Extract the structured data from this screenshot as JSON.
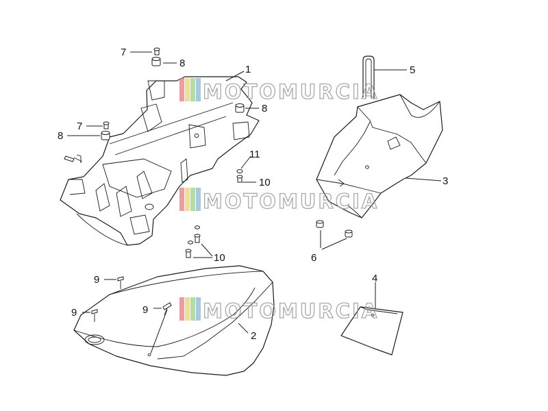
{
  "diagram": {
    "watermark": {
      "text": "MOTOMURCIA",
      "stripe_colors": [
        "#e57d7d",
        "#e8d27a",
        "#9ccf8a",
        "#8ab8d8"
      ]
    },
    "callouts": [
      {
        "id": "c-7a",
        "label": "7"
      },
      {
        "id": "c-8a",
        "label": "8"
      },
      {
        "id": "c-1",
        "label": "1"
      },
      {
        "id": "c-5",
        "label": "5"
      },
      {
        "id": "c-8b",
        "label": "8"
      },
      {
        "id": "c-7b",
        "label": "7"
      },
      {
        "id": "c-8c",
        "label": "8"
      },
      {
        "id": "c-11",
        "label": "11"
      },
      {
        "id": "c-10a",
        "label": "10"
      },
      {
        "id": "c-3",
        "label": "3"
      },
      {
        "id": "c-10b",
        "label": "10"
      },
      {
        "id": "c-6",
        "label": "6"
      },
      {
        "id": "c-4",
        "label": "4"
      },
      {
        "id": "c-9a",
        "label": "9"
      },
      {
        "id": "c-9b",
        "label": "9"
      },
      {
        "id": "c-9c",
        "label": "9"
      },
      {
        "id": "c-2",
        "label": "2"
      }
    ]
  }
}
